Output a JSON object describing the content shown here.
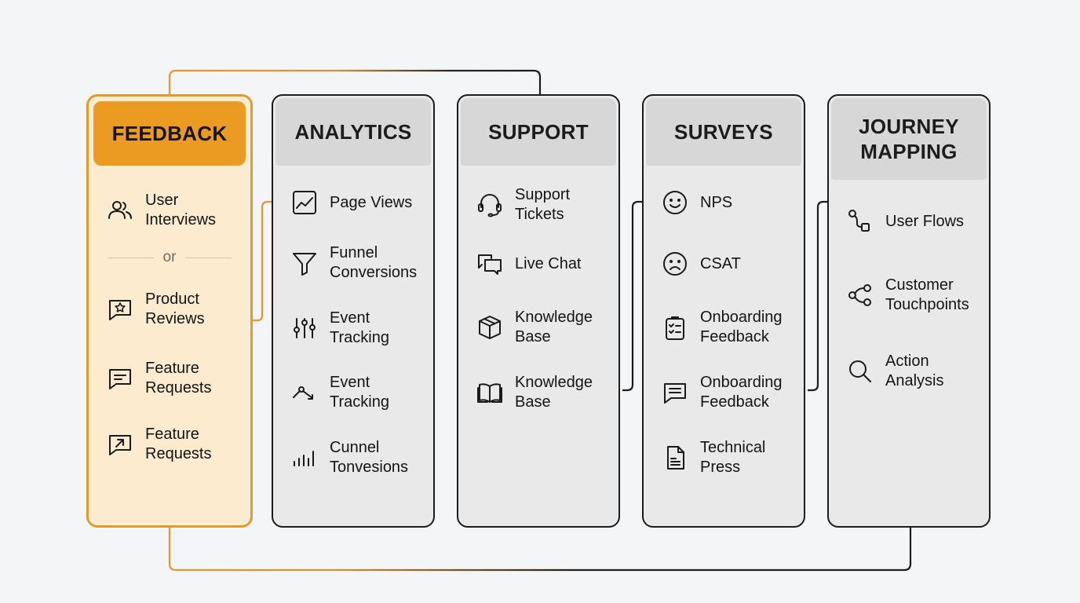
{
  "colors": {
    "background": "#f4f5f6",
    "accent": "#eb9b22",
    "accent_border": "#e39a2b",
    "accent_fill": "#fdebd0",
    "card_fill": "#e9e9e9",
    "card_header": "#d7d7d7",
    "stroke": "#1c1c1c"
  },
  "columns": [
    {
      "title": "FEEDBACK",
      "highlighted": true,
      "items": [
        {
          "icon": "users-icon",
          "label": "User\nInterviews"
        },
        {
          "icon": "star-message-icon",
          "label": "Product\nReviews"
        },
        {
          "icon": "message-lines-icon",
          "label": "Feature\nRequests"
        },
        {
          "icon": "message-arrow-icon",
          "label": "Feature\nRequests"
        }
      ],
      "divider_text": "or"
    },
    {
      "title": "ANALYTICS",
      "items": [
        {
          "icon": "line-chart-icon",
          "label": "Page Views"
        },
        {
          "icon": "funnel-icon",
          "label": "Funnel\nConversions"
        },
        {
          "icon": "sliders-icon",
          "label": "Event\nTracking"
        },
        {
          "icon": "trend-path-icon",
          "label": "Event\nTracking"
        },
        {
          "icon": "bar-chart-icon",
          "label": "Cunnel\nTonvesions"
        }
      ]
    },
    {
      "title": "SUPPORT",
      "items": [
        {
          "icon": "headset-icon",
          "label": "Support\nTickets"
        },
        {
          "icon": "chat-bubbles-icon",
          "label": "Live Chat"
        },
        {
          "icon": "box-icon",
          "label": "Knowledge\nBase"
        },
        {
          "icon": "book-icon",
          "label": "Knowledge\nBase"
        }
      ]
    },
    {
      "title": "SURVEYS",
      "items": [
        {
          "icon": "smile-icon",
          "label": "NPS"
        },
        {
          "icon": "frown-icon",
          "label": "CSAT"
        },
        {
          "icon": "clipboard-check-icon",
          "label": "Onboarding\nFeedback"
        },
        {
          "icon": "message-lines-icon",
          "label": "Onboarding\nFeedback"
        },
        {
          "icon": "document-icon",
          "label": "Technical\nPress"
        }
      ]
    },
    {
      "title": "JOURNEY\nMAPPING",
      "items": [
        {
          "icon": "flow-icon",
          "label": "User Flows"
        },
        {
          "icon": "share-nodes-icon",
          "label": "Customer\nTouchpoints"
        },
        {
          "icon": "search-icon",
          "label": "Action\nAnalysis"
        }
      ]
    }
  ]
}
